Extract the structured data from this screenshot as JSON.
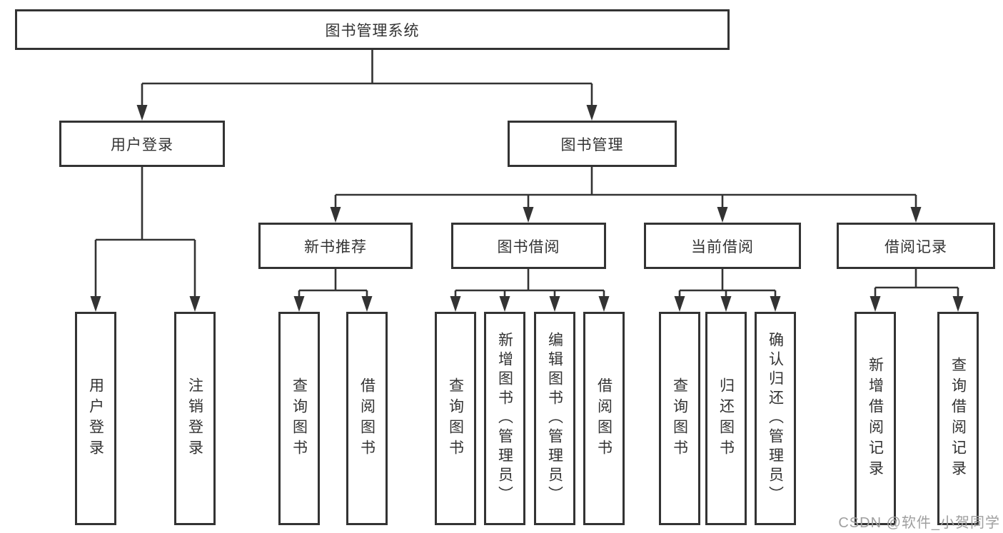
{
  "title": "图书管理系统",
  "tree": {
    "root": {
      "label": "图书管理系统",
      "children": [
        {
          "label": "用户登录",
          "children": [
            {
              "label": "用户登录"
            },
            {
              "label": "注销登录"
            }
          ]
        },
        {
          "label": "图书管理",
          "children": [
            {
              "label": "新书推荐",
              "children": [
                {
                  "label": "查询图书"
                },
                {
                  "label": "借阅图书"
                }
              ]
            },
            {
              "label": "图书借阅",
              "children": [
                {
                  "label": "查询图书"
                },
                {
                  "label": "新增图书（管理员）"
                },
                {
                  "label": "编辑图书（管理员）"
                },
                {
                  "label": "借阅图书"
                }
              ]
            },
            {
              "label": "当前借阅",
              "children": [
                {
                  "label": "查询图书"
                },
                {
                  "label": "归还图书"
                },
                {
                  "label": "确认归还（管理员）"
                }
              ]
            },
            {
              "label": "借阅记录",
              "children": [
                {
                  "label": "新增借阅记录"
                },
                {
                  "label": "查询借阅记录"
                }
              ]
            }
          ]
        }
      ]
    }
  },
  "watermark": {
    "text": "CSDN @软件_小贺同学"
  },
  "colors": {
    "ink": "#333333",
    "background": "#ffffff",
    "watermark": "#9f9f9f"
  }
}
